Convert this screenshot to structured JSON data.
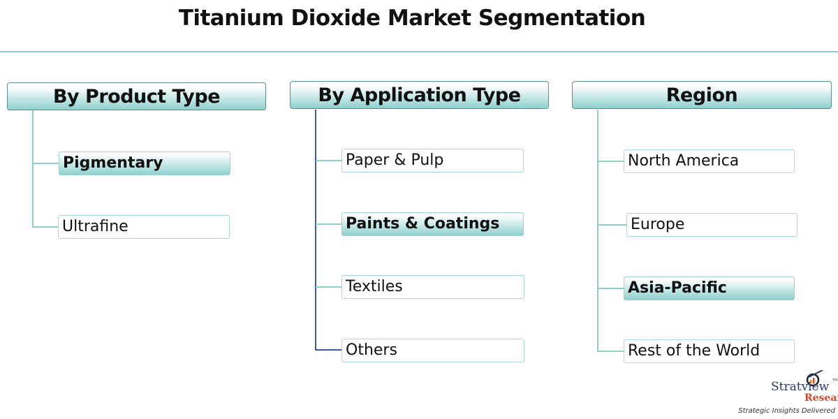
{
  "title": "Titanium Dioxide Market Segmentation",
  "columns": [
    {
      "header": "By Product Type",
      "items": [
        {
          "label": "Pigmentary",
          "highlighted": true
        },
        {
          "label": "Ultrafine",
          "highlighted": false
        }
      ]
    },
    {
      "header": "By Application Type",
      "items": [
        {
          "label": "Paper & Pulp",
          "highlighted": false
        },
        {
          "label": "Paints & Coatings",
          "highlighted": true
        },
        {
          "label": "Textiles",
          "highlighted": false
        },
        {
          "label": "Others",
          "highlighted": false
        }
      ]
    },
    {
      "header": "Region",
      "items": [
        {
          "label": "North America",
          "highlighted": false
        },
        {
          "label": "Europe",
          "highlighted": false
        },
        {
          "label": "Asia-Pacific",
          "highlighted": true
        },
        {
          "label": "Rest of the World",
          "highlighted": false
        }
      ]
    }
  ],
  "logo": {
    "name": "Stratview",
    "sub": "Research",
    "tagline": "Strategic Insights Delivered",
    "tm": "TM"
  },
  "colors": {
    "accent": "#8ed0cf",
    "connector_application": "#3d5a9e",
    "logo_blue": "#2b3a6b",
    "logo_red": "#d9472b"
  }
}
